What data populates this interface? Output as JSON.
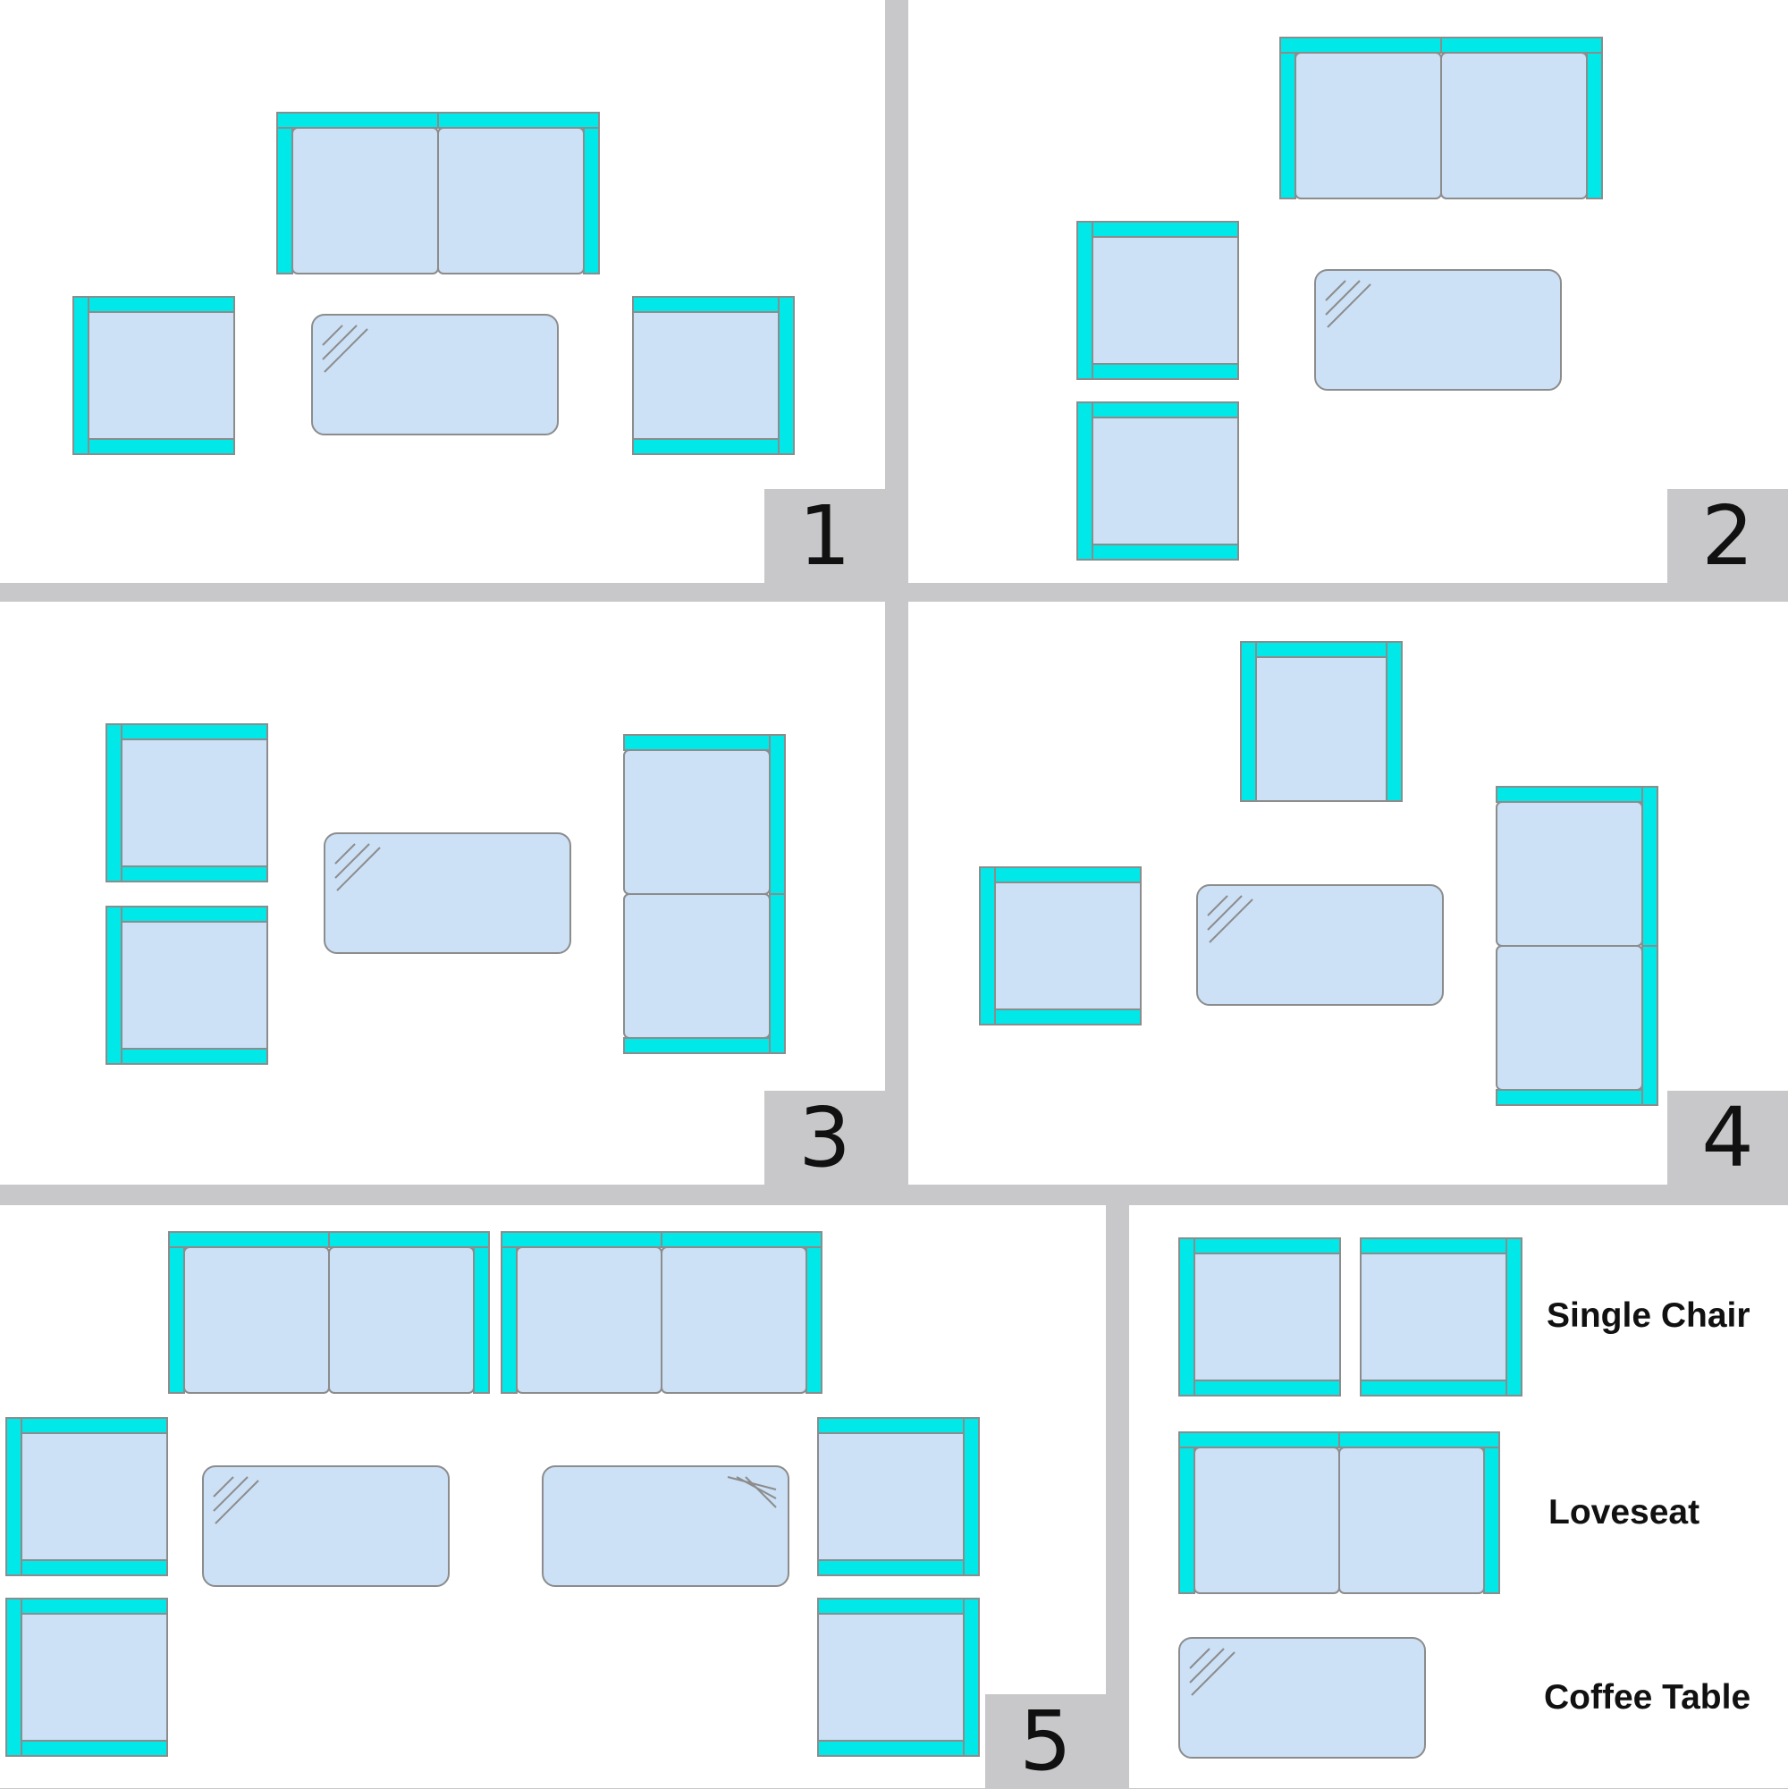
{
  "colors": {
    "background": "#c8c7c9",
    "panel": "#ffffff",
    "cushion": "#cce0f6",
    "arm": "#00e8e8",
    "outline": "#8c8c8c"
  },
  "layouts": [
    {
      "number": "1",
      "pieces": [
        "loveseat",
        "single-chair",
        "coffee-table",
        "single-chair"
      ]
    },
    {
      "number": "2",
      "pieces": [
        "loveseat",
        "single-chair",
        "coffee-table",
        "single-chair"
      ]
    },
    {
      "number": "3",
      "pieces": [
        "single-chair",
        "single-chair",
        "coffee-table",
        "loveseat"
      ]
    },
    {
      "number": "4",
      "pieces": [
        "single-chair",
        "single-chair",
        "coffee-table",
        "loveseat"
      ]
    },
    {
      "number": "5",
      "pieces": [
        "loveseat",
        "loveseat",
        "single-chair",
        "single-chair",
        "coffee-table",
        "coffee-table",
        "single-chair",
        "single-chair"
      ]
    }
  ],
  "legend": {
    "single_chair": "Single Chair",
    "loveseat": "Loveseat",
    "coffee_table": "Coffee Table"
  }
}
